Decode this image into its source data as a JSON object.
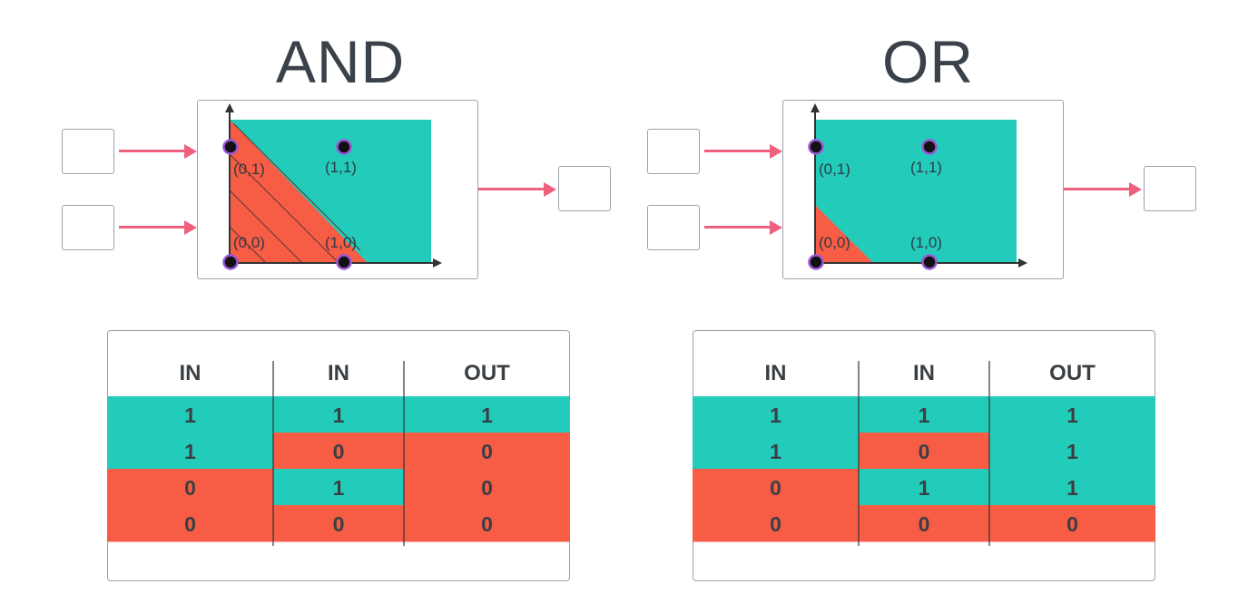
{
  "colors": {
    "teal": "#23cbbb",
    "red": "#f75c45",
    "arrow": "#ef5f7e",
    "point_fill": "#111111",
    "point_ring": "#9b55d6",
    "axis": "#333333"
  },
  "gates": [
    {
      "title": "AND",
      "point_labels": [
        "(0,1)",
        "(1,1)",
        "(0,0)",
        "(1,0)"
      ],
      "table": {
        "headers": [
          "IN",
          "IN",
          "OUT"
        ],
        "rows": [
          [
            "1",
            "1",
            "1"
          ],
          [
            "1",
            "0",
            "0"
          ],
          [
            "0",
            "1",
            "0"
          ],
          [
            "0",
            "0",
            "0"
          ]
        ]
      }
    },
    {
      "title": "OR",
      "point_labels": [
        "(0,1)",
        "(1,1)",
        "(0,0)",
        "(1,0)"
      ],
      "table": {
        "headers": [
          "IN",
          "IN",
          "OUT"
        ],
        "rows": [
          [
            "1",
            "1",
            "1"
          ],
          [
            "1",
            "0",
            "1"
          ],
          [
            "0",
            "1",
            "1"
          ],
          [
            "0",
            "0",
            "0"
          ]
        ]
      }
    }
  ]
}
